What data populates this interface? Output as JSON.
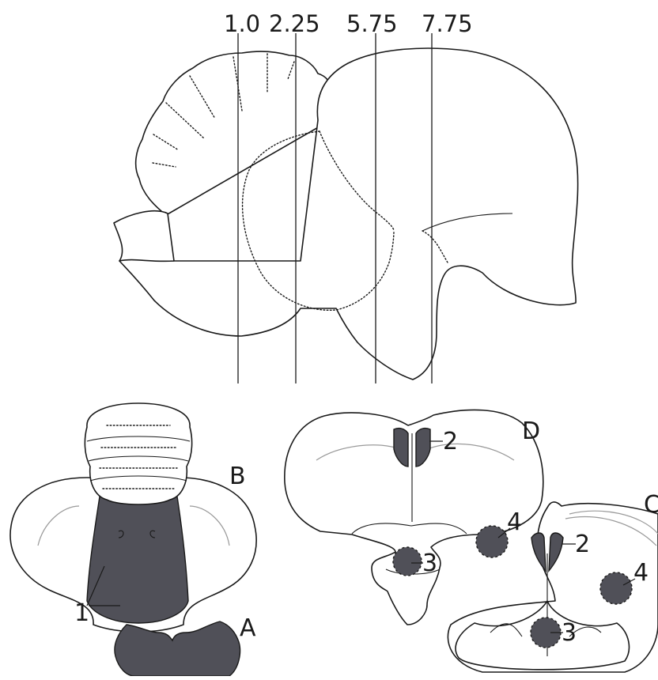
{
  "section_positions": [
    "1.0",
    "2.25",
    "5.75",
    "7.75"
  ],
  "panel_labels": {
    "a": "A",
    "b": "B",
    "c": "C",
    "d": "D"
  },
  "region_labels": {
    "r1": "1",
    "r2": "2",
    "r3": "3",
    "r4": "4"
  },
  "colors": {
    "region_fill": "#505058",
    "outline": "#1a1a1a",
    "background": "#ffffff"
  }
}
